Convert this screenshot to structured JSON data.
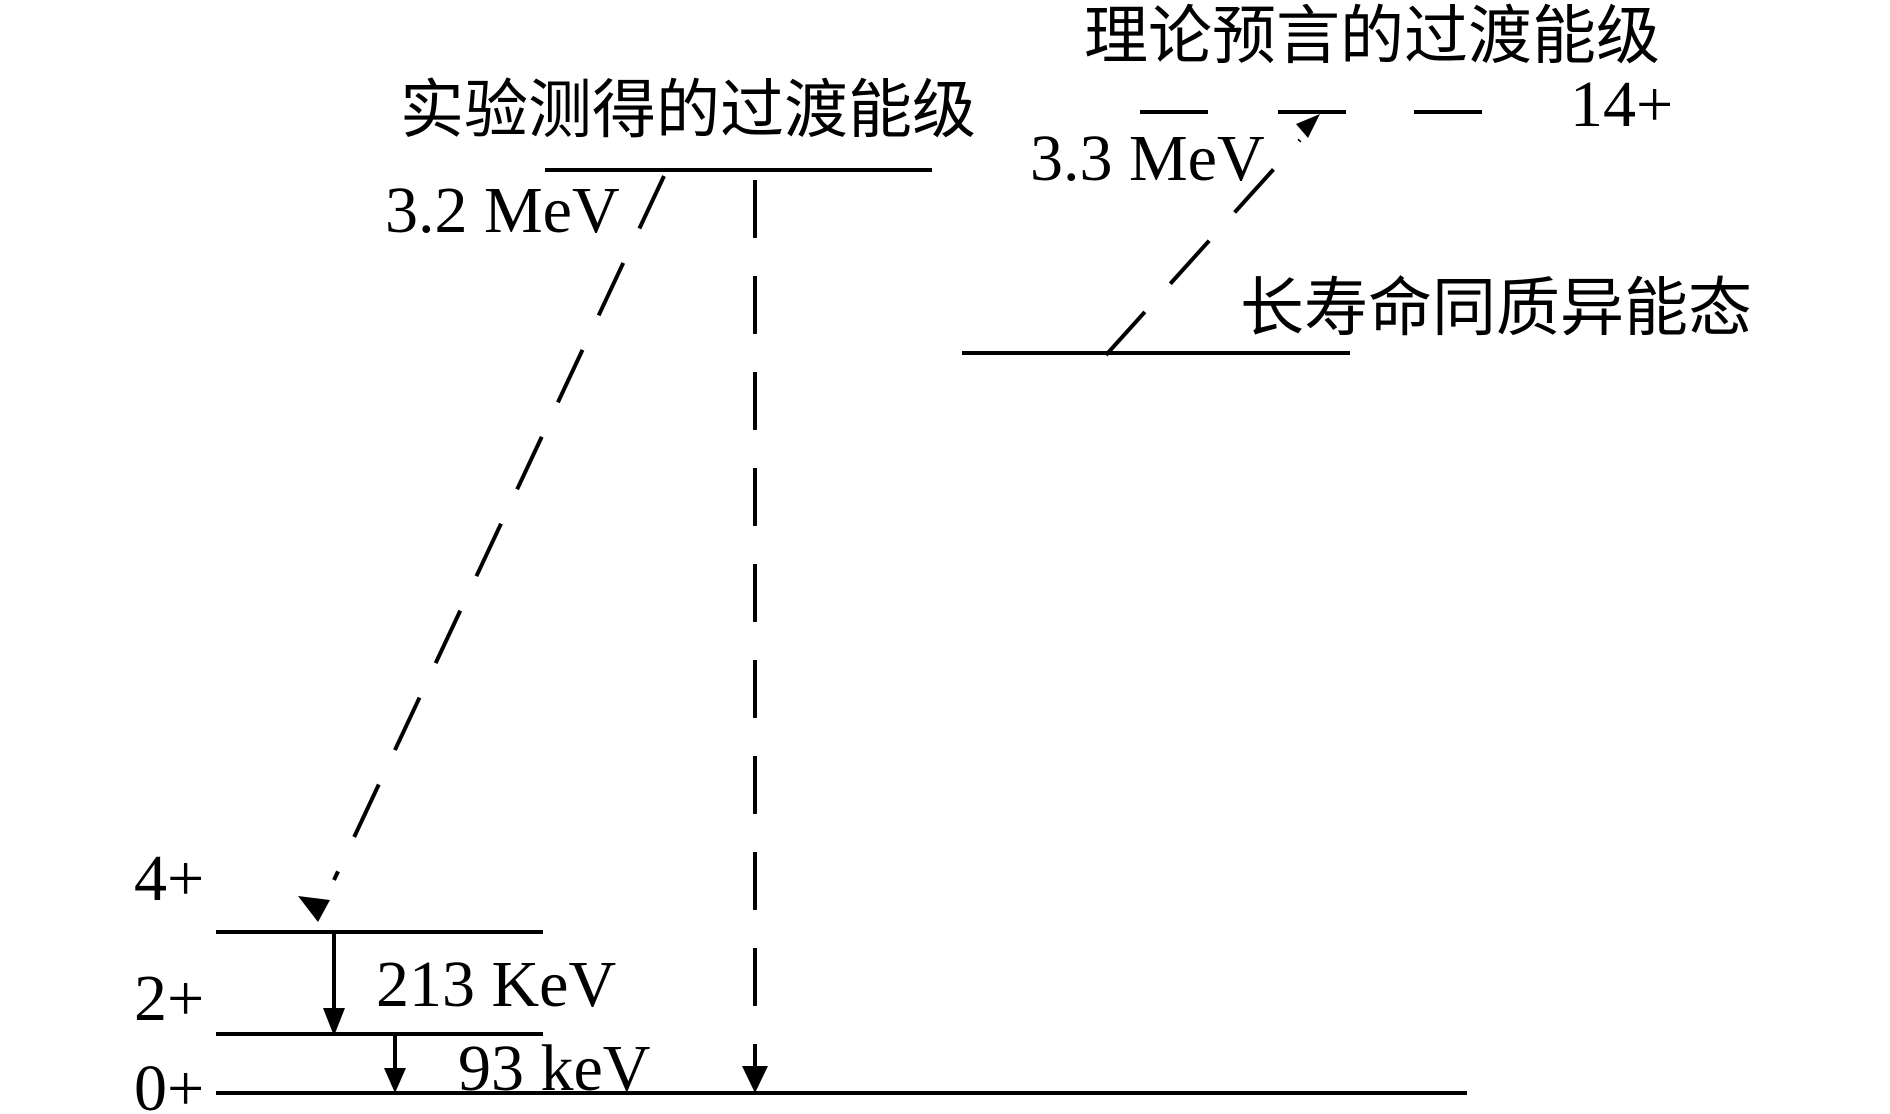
{
  "labels": {
    "experimental_transition": "实验测得的过渡能级",
    "theoretical_transition": "理论预言的过渡能级",
    "isomer": "长寿命同质异能态",
    "energy_exp": "3.2 MeV",
    "energy_theory": "3.3 MeV",
    "spin_14": "14+",
    "spin_4": "4+",
    "spin_2": "2+",
    "spin_0": "0+",
    "gamma_213": "213 KeV",
    "gamma_93": "93 keV"
  },
  "colors": {
    "ink": "#000000",
    "background": "#ffffff"
  }
}
